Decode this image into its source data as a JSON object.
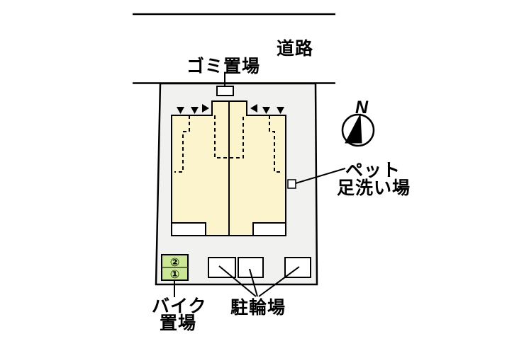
{
  "plan": {
    "road_label": "道路",
    "garbage_label": "ゴミ置場",
    "pet_wash": {
      "label_line1": "ペット",
      "label_line2": "足洗い場"
    },
    "bike_area": {
      "label_line1": "バイク",
      "label_line2": "置場",
      "slot_upper": "②",
      "slot_lower": "①"
    },
    "bicycle_label": "駐輪場",
    "compass_north": "N"
  },
  "colors": {
    "line": "#000000",
    "site_fill": "#F1F1EF",
    "building_fill": "#FBF4CD",
    "bike_area_fill": "#CBE795",
    "box_fill": "#FFFFFF"
  }
}
